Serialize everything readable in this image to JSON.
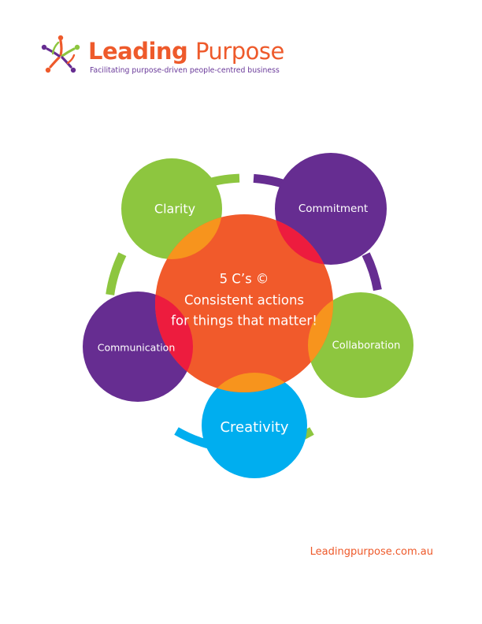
{
  "header": {
    "brand_bold": "Leading",
    "brand_light": "Purpose",
    "tagline": "Facilitating purpose-driven people-centred business"
  },
  "diagram": {
    "center_lines": [
      "5 C’s ©",
      "Consistent actions",
      "for things that matter!"
    ],
    "nodes": [
      {
        "label": "Clarity",
        "color": "#8dc63f"
      },
      {
        "label": "Commitment",
        "color": "#662d91"
      },
      {
        "label": "Collaboration",
        "color": "#8dc63f"
      },
      {
        "label": "Creativity",
        "color": "#00aeef"
      },
      {
        "label": "Communication",
        "color": "#662d91"
      }
    ],
    "center_color": "#f15a2b",
    "overlap_orange": "#f7941d",
    "overlap_red": "#ed1c3e"
  },
  "footer": {
    "website": "Leadingpurpose.com.au"
  }
}
